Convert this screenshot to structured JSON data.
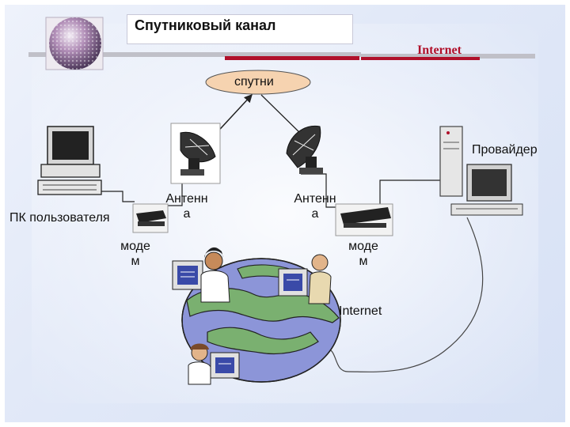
{
  "title": "Спутниковый канал",
  "header_tag": "Internet",
  "satellite_label": "спутни",
  "provider_label": "Провайдер",
  "pc_user_label": "ПК пользователя",
  "antenna_left": [
    "Антенн",
    "а"
  ],
  "antenna_right": [
    "Антенн",
    "а"
  ],
  "modem_left": [
    "моде",
    "м"
  ],
  "modem_right": [
    "моде",
    "м"
  ],
  "internet_label": "Internet",
  "colors": {
    "accent_red": "#b0102a",
    "satellite_ellipse": "#f6d3b0",
    "bar_grey": "#c0c0c8",
    "globe_water": "#8c95d8",
    "globe_land": "#7ab070"
  }
}
